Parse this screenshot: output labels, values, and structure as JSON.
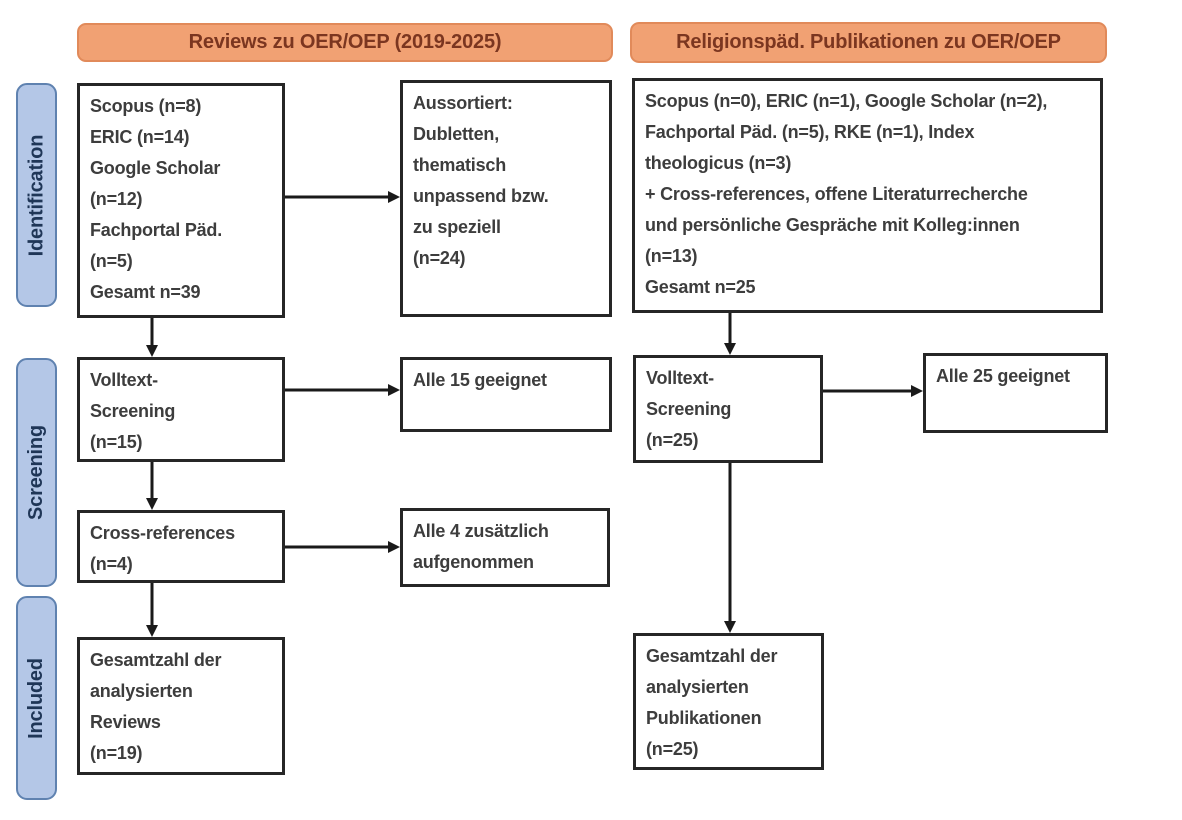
{
  "colors": {
    "header_fill": "#f1a173",
    "header_border": "#e18a5a",
    "header_text": "#7b3620",
    "stage_fill": "#b4c7e7",
    "stage_border": "#5f82b0",
    "stage_text": "#1f3657",
    "box_border": "#262626",
    "box_text": "#3d3d3d",
    "arrow": "#1a1a1a"
  },
  "stages": {
    "identification": "Identification",
    "screening": "Screening",
    "included": "Included"
  },
  "columns": {
    "reviews": {
      "header": "Reviews zu OER/OEP (2019-2025)",
      "identification": "Scopus (n=8)\nERIC (n=14)\nGoogle Scholar\n(n=12)\nFachportal Päd.\n(n=5)\nGesamt n=39",
      "excluded": "Aussortiert:\nDubletten,\nthematisch\nunpassend bzw.\nzu speziell\n(n=24)",
      "fulltext_screening": "Volltext-\nScreening\n(n=15)",
      "screening_result": "Alle 15 geeignet",
      "cross_references": "Cross-references\n(n=4)",
      "crossref_result": "Alle 4 zusätzlich\naufgenommen",
      "included": "Gesamtzahl der\nanalysierten\nReviews\n(n=19)"
    },
    "publications": {
      "header": "Religionspäd. Publikationen zu OER/OEP",
      "identification": "Scopus (n=0), ERIC (n=1), Google Scholar (n=2),\nFachportal Päd. (n=5), RKE (n=1), Index\ntheologicus (n=3)\n+ Cross-references, offene Literaturrecherche\nund persönliche Gespräche mit Kolleg:innen\n(n=13)\nGesamt n=25",
      "fulltext_screening": "Volltext-\nScreening\n(n=25)",
      "screening_result": "Alle 25 geeignet",
      "included": "Gesamtzahl der\nanalysierten\nPublikationen\n(n=25)"
    }
  }
}
